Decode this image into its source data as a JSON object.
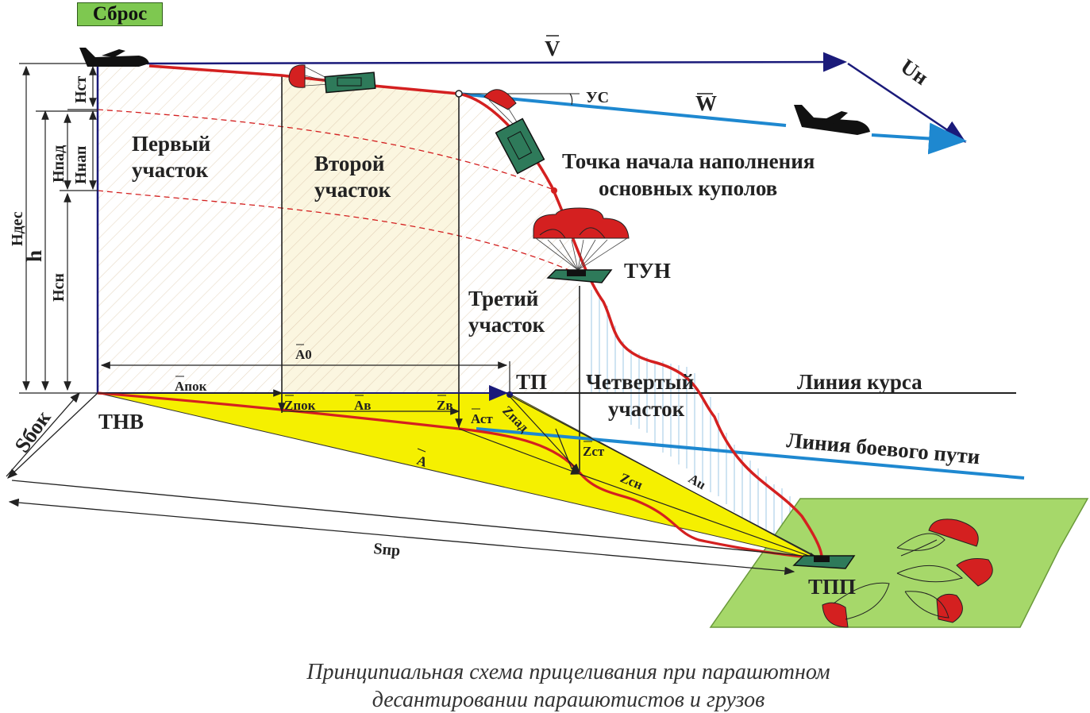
{
  "reset_label": "Сброс",
  "vectors": {
    "v": "V",
    "w": "W",
    "u": "Uн",
    "us": "УС"
  },
  "sections": {
    "first": [
      "Первый",
      "участок"
    ],
    "second": [
      "Второй",
      "участок"
    ],
    "third": [
      "Третий",
      "участок"
    ],
    "fourth": [
      "Четвертый",
      "участок"
    ]
  },
  "fill_point": [
    "Точка начала наполнения",
    "основных куполов"
  ],
  "points": {
    "tun": "ТУН",
    "tp": "ТП",
    "tnv": "ТНВ",
    "tpp": "ТПП"
  },
  "lines": {
    "course": "Линия курса",
    "combat": "Линия боевого пути"
  },
  "heights": {
    "hst": "Нст",
    "hpad": "Нпад",
    "hnap": "Ннап",
    "hdes": "Ндес",
    "h": "h",
    "hsn": "Нсн"
  },
  "distances": {
    "a0": "А0",
    "apok": "Апок",
    "zpok": "Zпок",
    "av": "Ав",
    "zv": "Zв",
    "ast": "Аст",
    "zpad": "Zпад",
    "zst": "Zст",
    "a": "А",
    "zsn": "Zсн",
    "au": "Аu",
    "sbok": "Sбок",
    "spr": "Sпр"
  },
  "caption": [
    "Принципиальная схема прицеливания при парашютном",
    "десантировании парашютистов и грузов"
  ],
  "colors": {
    "trajectory": "#d42020",
    "course_line": "#1a1a7a",
    "combat_line": "#1e88d0",
    "yellow": "#f5f000",
    "ground": "#a6d86a"
  }
}
